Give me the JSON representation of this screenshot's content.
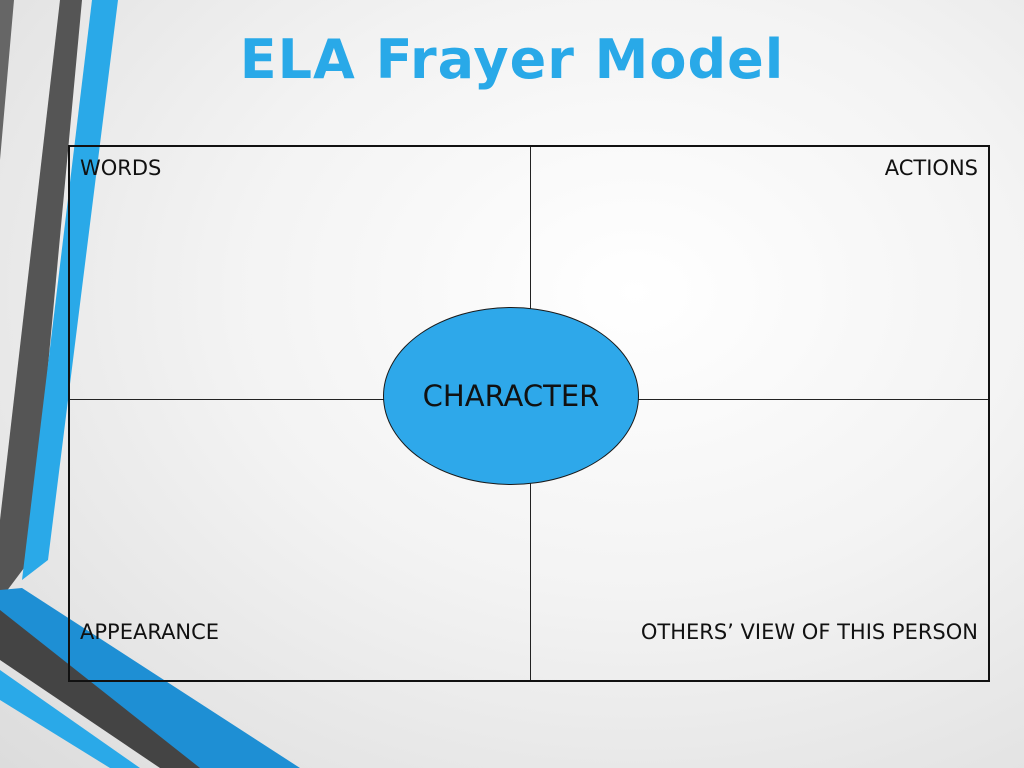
{
  "slide": {
    "title": "ELA Frayer Model"
  },
  "frayer": {
    "top_left": "WORDS",
    "top_right": "ACTIONS",
    "bottom_left": "APPEARANCE",
    "bottom_right": "OTHERS’ VIEW OF THIS PERSON",
    "center": "CHARACTER"
  },
  "colors": {
    "title": "#29a9e8",
    "oval_fill": "#2ea8ea",
    "accent_dark": "#4a4a4a",
    "accent_blue": "#1e9ce6"
  }
}
